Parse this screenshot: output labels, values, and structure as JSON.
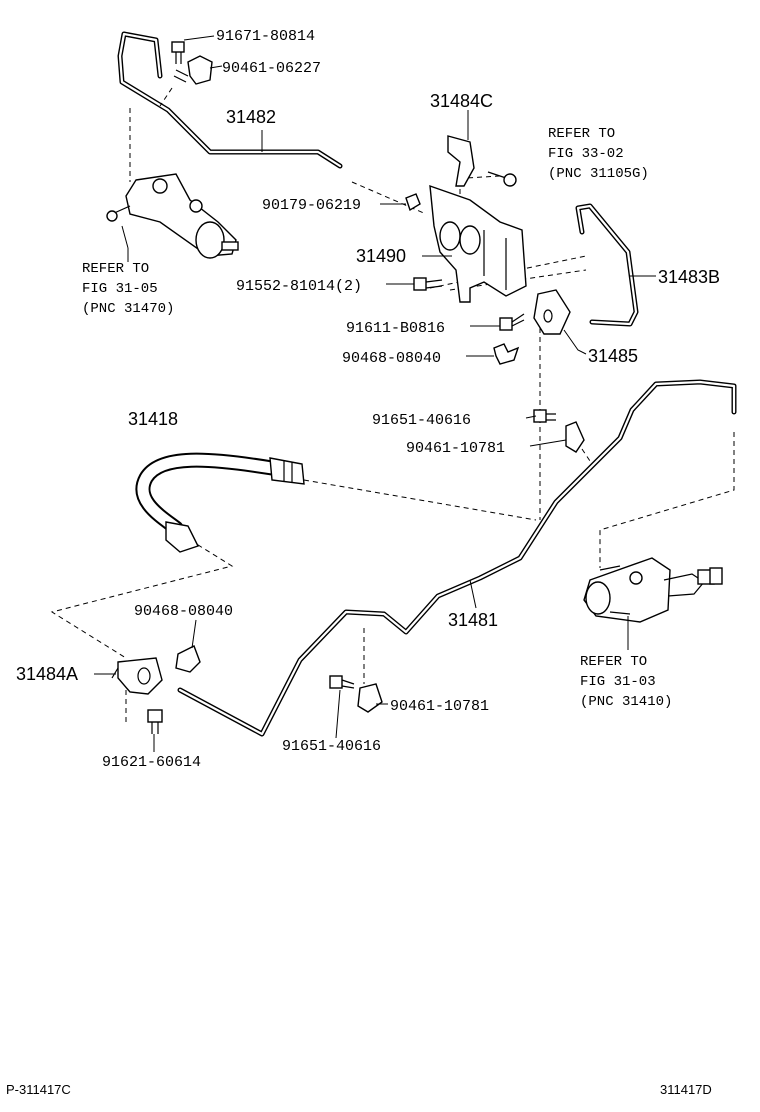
{
  "diagram": {
    "labels": {
      "p91671_80814": "91671-80814",
      "p90461_06227": "90461-06227",
      "p31482": "31482",
      "p31484C": "31484C",
      "refer_33_02_l1": "REFER TO",
      "refer_33_02_l2": "FIG 33-02",
      "refer_33_02_l3": "(PNC 31105G)",
      "p90179_06219": "90179-06219",
      "p31490": "31490",
      "p31483B": "31483B",
      "p91552_81014": "91552-81014(2)",
      "refer_31_05_l1": "REFER TO",
      "refer_31_05_l2": "FIG 31-05",
      "refer_31_05_l3": "(PNC 31470)",
      "p91611_B0816": "91611-B0816",
      "p31485": "31485",
      "p90468_08040_top": "90468-08040",
      "p31418": "31418",
      "p91651_40616_top": "91651-40616",
      "p90461_10781_top": "90461-10781",
      "p90468_08040_bot": "90468-08040",
      "p31481": "31481",
      "p31484A": "31484A",
      "refer_31_03_l1": "REFER TO",
      "refer_31_03_l2": "FIG 31-03",
      "refer_31_03_l3": "(PNC 31410)",
      "p90461_10781_bot": "90461-10781",
      "p91651_40616_bot": "91651-40616",
      "p91621_60614": "91621-60614"
    },
    "footer_left": "P-311417C",
    "footer_right": "311417D"
  }
}
